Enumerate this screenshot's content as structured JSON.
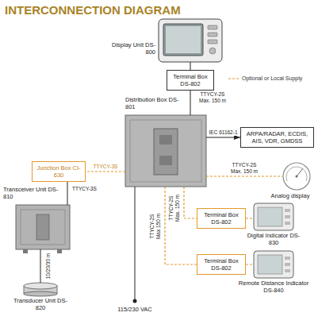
{
  "diagram": {
    "title": "INTERCONNECTION DIAGRAM",
    "nodes": [
      {
        "text": [
          "Display Unit DS-800"
        ]
      },
      {
        "text": [
          "Terminal Box DS-802"
        ]
      },
      {
        "text": [
          "Distribution Box DS-801"
        ]
      },
      {
        "text": [
          "ARPA/RADAR, ECDIS, AIS, VDR, GMDSS"
        ]
      },
      {
        "text": [
          "Junction Box CI-630"
        ]
      },
      {
        "text": [
          "Transceiver Unit DS-810"
        ]
      },
      {
        "text": [
          "Transducer Unit DS-820"
        ]
      },
      {
        "text": [
          "Analog display"
        ]
      },
      {
        "text": [
          "Terminal Box DS-802"
        ]
      },
      {
        "text": [
          "Digital Indicator DS-830"
        ]
      },
      {
        "text": [
          "Terminal Box DS-802"
        ]
      },
      {
        "text": [
          "Remote Distance Indicator DS-840"
        ]
      }
    ],
    "edges": [
      {
        "from": 0,
        "to": 1,
        "arrow": "none"
      },
      {
        "from": 1,
        "to": 2,
        "label": "TTYCY-2S Max. 150 m",
        "arrow": "none"
      },
      {
        "from": 2,
        "to": 3,
        "label": "IEC 61162-1",
        "arrow": "to"
      },
      {
        "from": 2,
        "to": 4,
        "label": "TTYCY-3S",
        "arrow": "none"
      },
      {
        "from": 4,
        "to": 5,
        "label": "TTYCY-3S",
        "arrow": "none"
      },
      {
        "from": 5,
        "to": 6,
        "label": "10/20/30 m",
        "arrow": "none"
      },
      {
        "from": 2,
        "to": 7,
        "label": "TTYCY-2S Max. 150 m",
        "arrow": "none"
      },
      {
        "from": 2,
        "to": 8,
        "label": "TTYCY-2S Max. 150 m",
        "arrow": "none"
      },
      {
        "from": 8,
        "to": 9,
        "arrow": "none"
      },
      {
        "from": 2,
        "to": 10,
        "label": "TTYCY-2S Max 150 m",
        "arrow": "none"
      },
      {
        "from": 10,
        "to": 11,
        "arrow": "none"
      }
    ],
    "labels": [
      "115/230 VAC"
    ],
    "legend": [
      {
        "text": "Optional or Local Supply"
      }
    ]
  }
}
